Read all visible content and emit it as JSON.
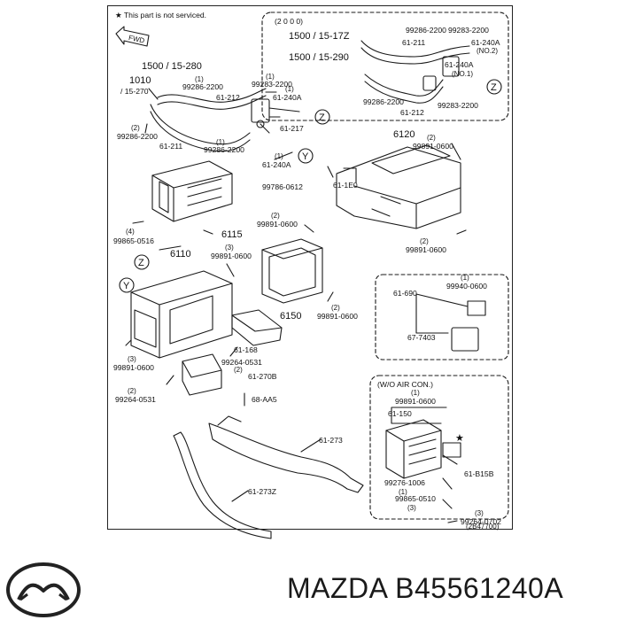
{
  "notice": "★ This part is not serviced.",
  "fwd": "FWD",
  "model_code": "(2 0 0 0)",
  "ref_code": "(2B47700)",
  "wo_aircon": "(W/O  AIR  CON.)",
  "circles": {
    "y": "Y",
    "z": "Z"
  },
  "refs": {
    "r1500_280": "1500 / 15-280",
    "r1010": "1010",
    "r1010_sub": "/ 15-270",
    "r1500_17z": "1500 / 15-17Z",
    "r1500_290": "1500 / 15-290",
    "r6120": "6120",
    "r6115": "6115",
    "r6110": "6110",
    "r6150": "6150"
  },
  "parts": {
    "p61_212_top": "61-212",
    "p99286_2200_tl": "99286-2200",
    "p99286_2200_l": "99286-2200",
    "p61_211_l": "61-211",
    "p99286_2200_m": "99286-2200",
    "p99283_2200_m": "99283-2200",
    "p61_240a_m": "61-240A",
    "p61_217": "61-217",
    "p61_240a_m2": "61-240A",
    "r_99286_2200_box": "99286-2200",
    "r_99283_2200_box": "99283-2200",
    "r_61_211_box": "61-211",
    "r_61_240a_box": "61-240A",
    "r_no2": "(NO.2)",
    "r_61_240a_box2": "61-240A",
    "r_no1": "(NO.1)",
    "r_99286_2200_box2": "99286-2200",
    "r_61_212_box": "61-212",
    "r_99283_2200_box2": "99283-2200",
    "p99891_0600_a": "99891-0600",
    "p99786_0612": "99786-0612",
    "p61_1e0": "61-1E0",
    "p99865_0516": "99865-0516",
    "p99891_0600_b": "99891-0600",
    "p99891_0600_c": "99891-0600",
    "p99891_0600_d": "99891-0600",
    "p99891_0600_e": "99891-0600",
    "p61_690": "61-690",
    "p99940_0600": "99940-0600",
    "p67_7403": "67-7403",
    "p99891_0600_f": "99891-0600",
    "p61_168": "61-168",
    "p99264_0531_a": "99264-0531",
    "p61_270b": "61-270B",
    "p99264_0531_b": "99264-0531",
    "p68_aa5": "68-AA5",
    "p99891_0600_g": "99891-0600",
    "p61_150": "61-150",
    "p61_273": "61-273",
    "p61_273z": "61-273Z",
    "p61_b15b": "61-B15B",
    "p99276_1006": "99276-1006",
    "p99865_0510": "99865-0510",
    "p99264_0702": "99264-0702"
  },
  "qty": {
    "one": "(1)",
    "two": "(2)",
    "three": "(3)",
    "four": "(4)"
  },
  "brand": {
    "name": "MAZDA",
    "part_number": "B45561240A"
  }
}
